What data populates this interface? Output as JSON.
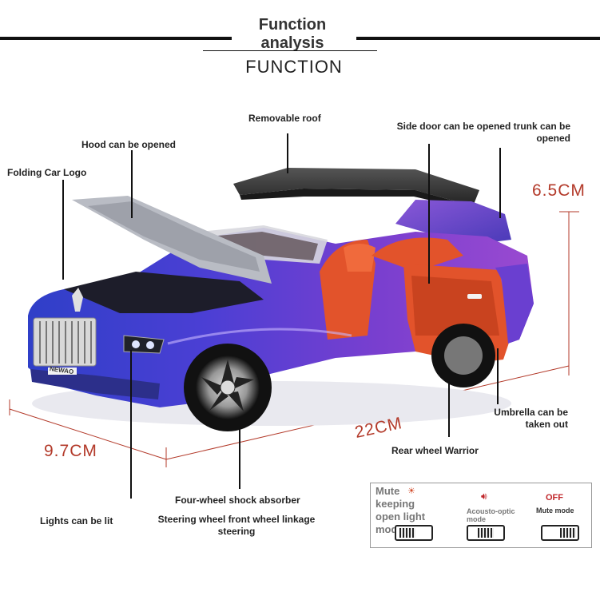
{
  "header": {
    "title": "Function analysis",
    "subtitle": "FUNCTION"
  },
  "callouts": {
    "removable_roof": "Removable roof",
    "hood": "Hood can be opened",
    "side_door_trunk": "Side door can be opened trunk can be opened",
    "folding_logo": "Folding Car Logo",
    "umbrella": "Umbrella can be taken out",
    "rear_wheel": "Rear wheel Warrior",
    "shock_absorber": "Four-wheel shock absorber",
    "lights": "Lights can be lit",
    "steering": "Steering wheel front wheel linkage steering"
  },
  "dimensions": {
    "height": "6.5CM",
    "length": "22CM",
    "width": "9.7CM"
  },
  "car": {
    "plate_text": "NEWAO"
  },
  "mode_panel": {
    "mute_keeping": "Mute keeping open light mode",
    "acousto_optic": "Acousto-optic mode",
    "off_label": "OFF",
    "mute_mode": "Mute mode"
  },
  "colors": {
    "dimension_red": "#b33a2a",
    "car_purple": "#6a3fd0",
    "car_blue": "#3b4fd8",
    "interior_orange": "#e2532b"
  }
}
